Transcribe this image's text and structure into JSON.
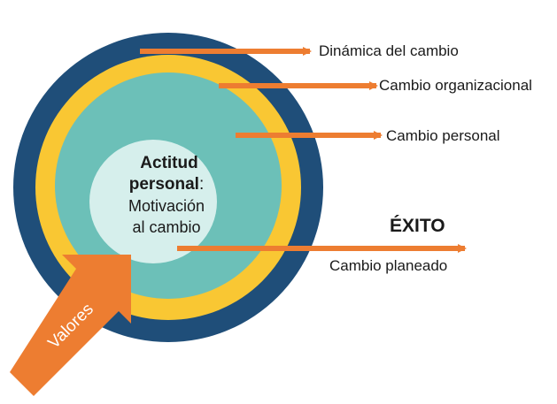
{
  "colors": {
    "outer_ring": "#1f4e79",
    "middle_ring": "#f9c733",
    "inner_ring": "#6cc0b8",
    "core": "#d6efec",
    "arrow": "#ed7d31",
    "text": "#1a1a1a",
    "arrow_text": "#ffffff"
  },
  "layers": {
    "outer": {
      "label": "Dinámica del cambio"
    },
    "middle": {
      "label": "Cambio organizacional"
    },
    "inner": {
      "label": "Cambio personal"
    }
  },
  "core": {
    "title_line1": "Actitud",
    "title_line2_bold": "personal",
    "title_line2_colon": ":",
    "sub_line1": "Motivación",
    "sub_line2": "al cambio"
  },
  "outcome": {
    "title": "ÉXITO",
    "label": "Cambio planeado"
  },
  "input_arrow": {
    "label": "Valores",
    "icon": "diagonal-arrow"
  }
}
